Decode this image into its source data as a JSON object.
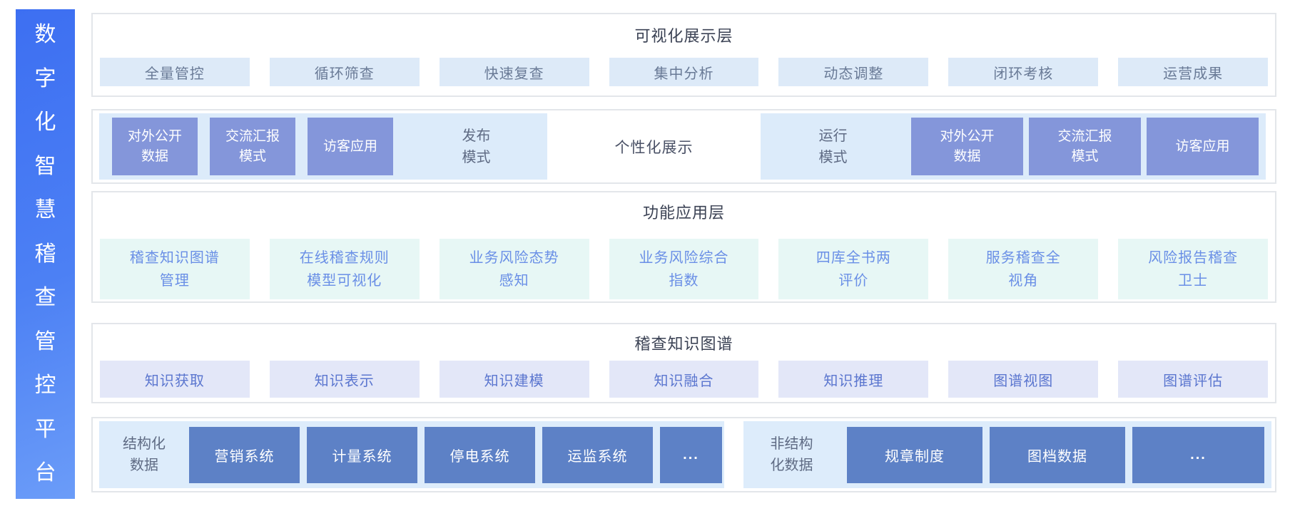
{
  "platform": {
    "title": "数字化智慧稽查管控平台"
  },
  "colors": {
    "sidebar_gradient_start": "#3d6ff2",
    "sidebar_gradient_end": "#6b9cf8",
    "light_blue_pill": "#ddeaf8",
    "mode_container": "#dcebfa",
    "mode_box": "#8496da",
    "mint_pill": "#e7f7f5",
    "lavender_pill": "#e3e7f8",
    "data_container": "#ddecfb",
    "system_box": "#5d81c6"
  },
  "layers": {
    "visualization": {
      "title": "可视化展示层",
      "items": [
        "全量管控",
        "循环筛查",
        "快速复查",
        "集中分析",
        "动态调整",
        "闭环考核",
        "运营成果"
      ]
    },
    "modes": {
      "publish": {
        "boxes": [
          "对外公开\n数据",
          "交流汇报\n模式",
          "访客应用"
        ],
        "label": "发布\n模式"
      },
      "center_label": "个性化展示",
      "run": {
        "label": "运行\n模式",
        "boxes": [
          "对外公开\n数据",
          "交流汇报\n模式",
          "访客应用"
        ]
      }
    },
    "function": {
      "title": "功能应用层",
      "items": [
        "稽查知识图谱\n管理",
        "在线稽查规则\n模型可视化",
        "业务风险态势\n感知",
        "业务风险综合\n指数",
        "四库全书两\n评价",
        "服务稽查全\n视角",
        "风险报告稽查\n卫士"
      ]
    },
    "knowledge": {
      "title": "稽查知识图谱",
      "items": [
        "知识获取",
        "知识表示",
        "知识建模",
        "知识融合",
        "知识推理",
        "图谱视图",
        "图谱评估"
      ]
    },
    "data_sources": {
      "structured": {
        "label": "结构化\n数据",
        "systems": [
          "营销系统",
          "计量系统",
          "停电系统",
          "运监系统",
          "..."
        ]
      },
      "unstructured": {
        "label": "非结构\n化数据",
        "systems": [
          "规章制度",
          "图档数据",
          "..."
        ]
      }
    }
  }
}
